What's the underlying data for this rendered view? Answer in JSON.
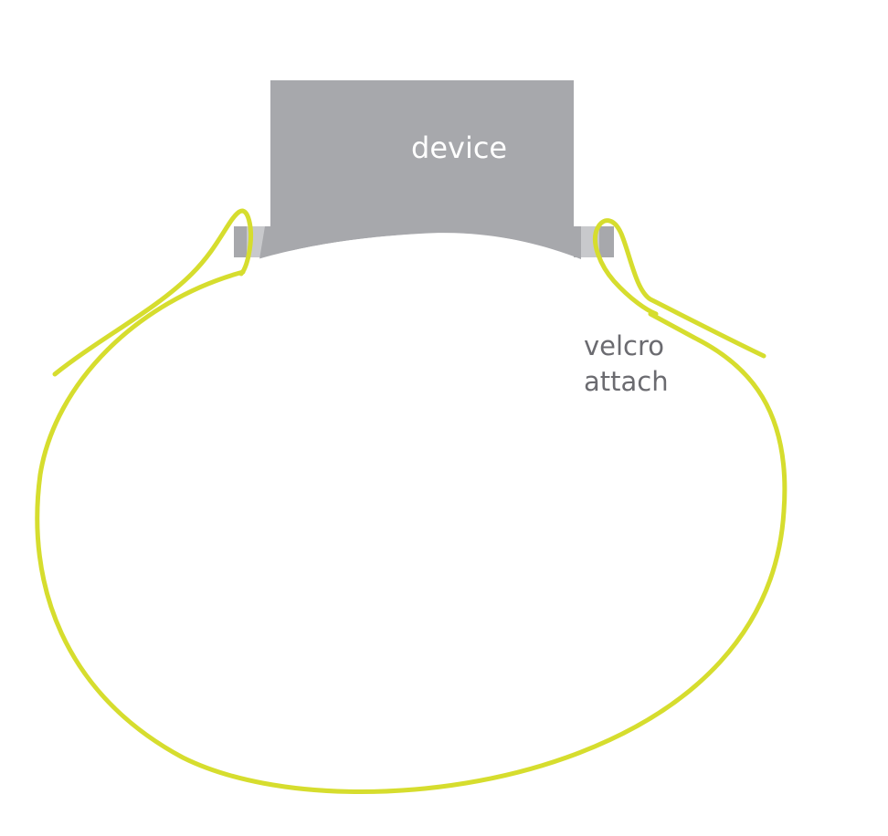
{
  "labels": {
    "device": "device",
    "velcro_line1": "velcro",
    "velcro_line2": "attach"
  },
  "colors": {
    "device_fill": "#a7a8ac",
    "tab_light": "#c8c9cc",
    "strap": "#d6dd2e",
    "label_gray": "#6b6b70",
    "background": "#ffffff"
  }
}
